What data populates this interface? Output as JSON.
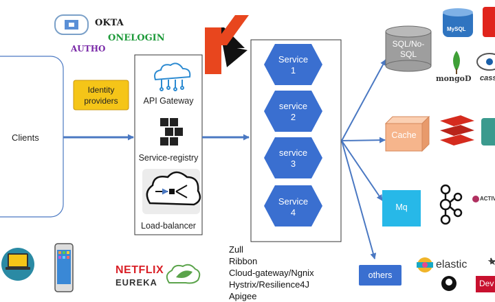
{
  "nodes": {
    "clients": "Clients",
    "identity_providers": "Identity\nproviders",
    "api_gateway": "API Gateway",
    "service_registry": "Service-registry",
    "load_balancer": "Load-balancer",
    "services": [
      {
        "line1": "Service",
        "line2": "1"
      },
      {
        "line1": "service",
        "line2": "2"
      },
      {
        "line1": "service",
        "line2": "3"
      },
      {
        "line1": "Service",
        "line2": "4"
      }
    ],
    "db": "SQL/No-\nSQL",
    "cache": "Cache",
    "mq": "Mq",
    "others": "others"
  },
  "identity_logos": {
    "okta": "OKTA",
    "onelogin": "ONELOGIN",
    "autho": "AUTHO"
  },
  "bottom_logos": {
    "netflix": "NETFLIX",
    "eureka": "EUREKA"
  },
  "tools_list": [
    "Zull",
    "Ribbon",
    "Cloud-gateway/Ngnix",
    "Hystrix/Resilience4J",
    "Apigee"
  ],
  "tech_logos": {
    "mysql": "MySQL",
    "mongodb": "mongoD",
    "cassandra": "cass",
    "elastic": "elastic",
    "dev": "Dev",
    "activemq": "ACTIV"
  },
  "colors": {
    "service_blue": "#3a6fd0",
    "cache_orange": "#f6b58c",
    "mq_cyan": "#27b8e8",
    "idp_yellow": "#f5c518",
    "db_gray": "#9e9e9e",
    "arrow_blue": "#4a78c2"
  }
}
